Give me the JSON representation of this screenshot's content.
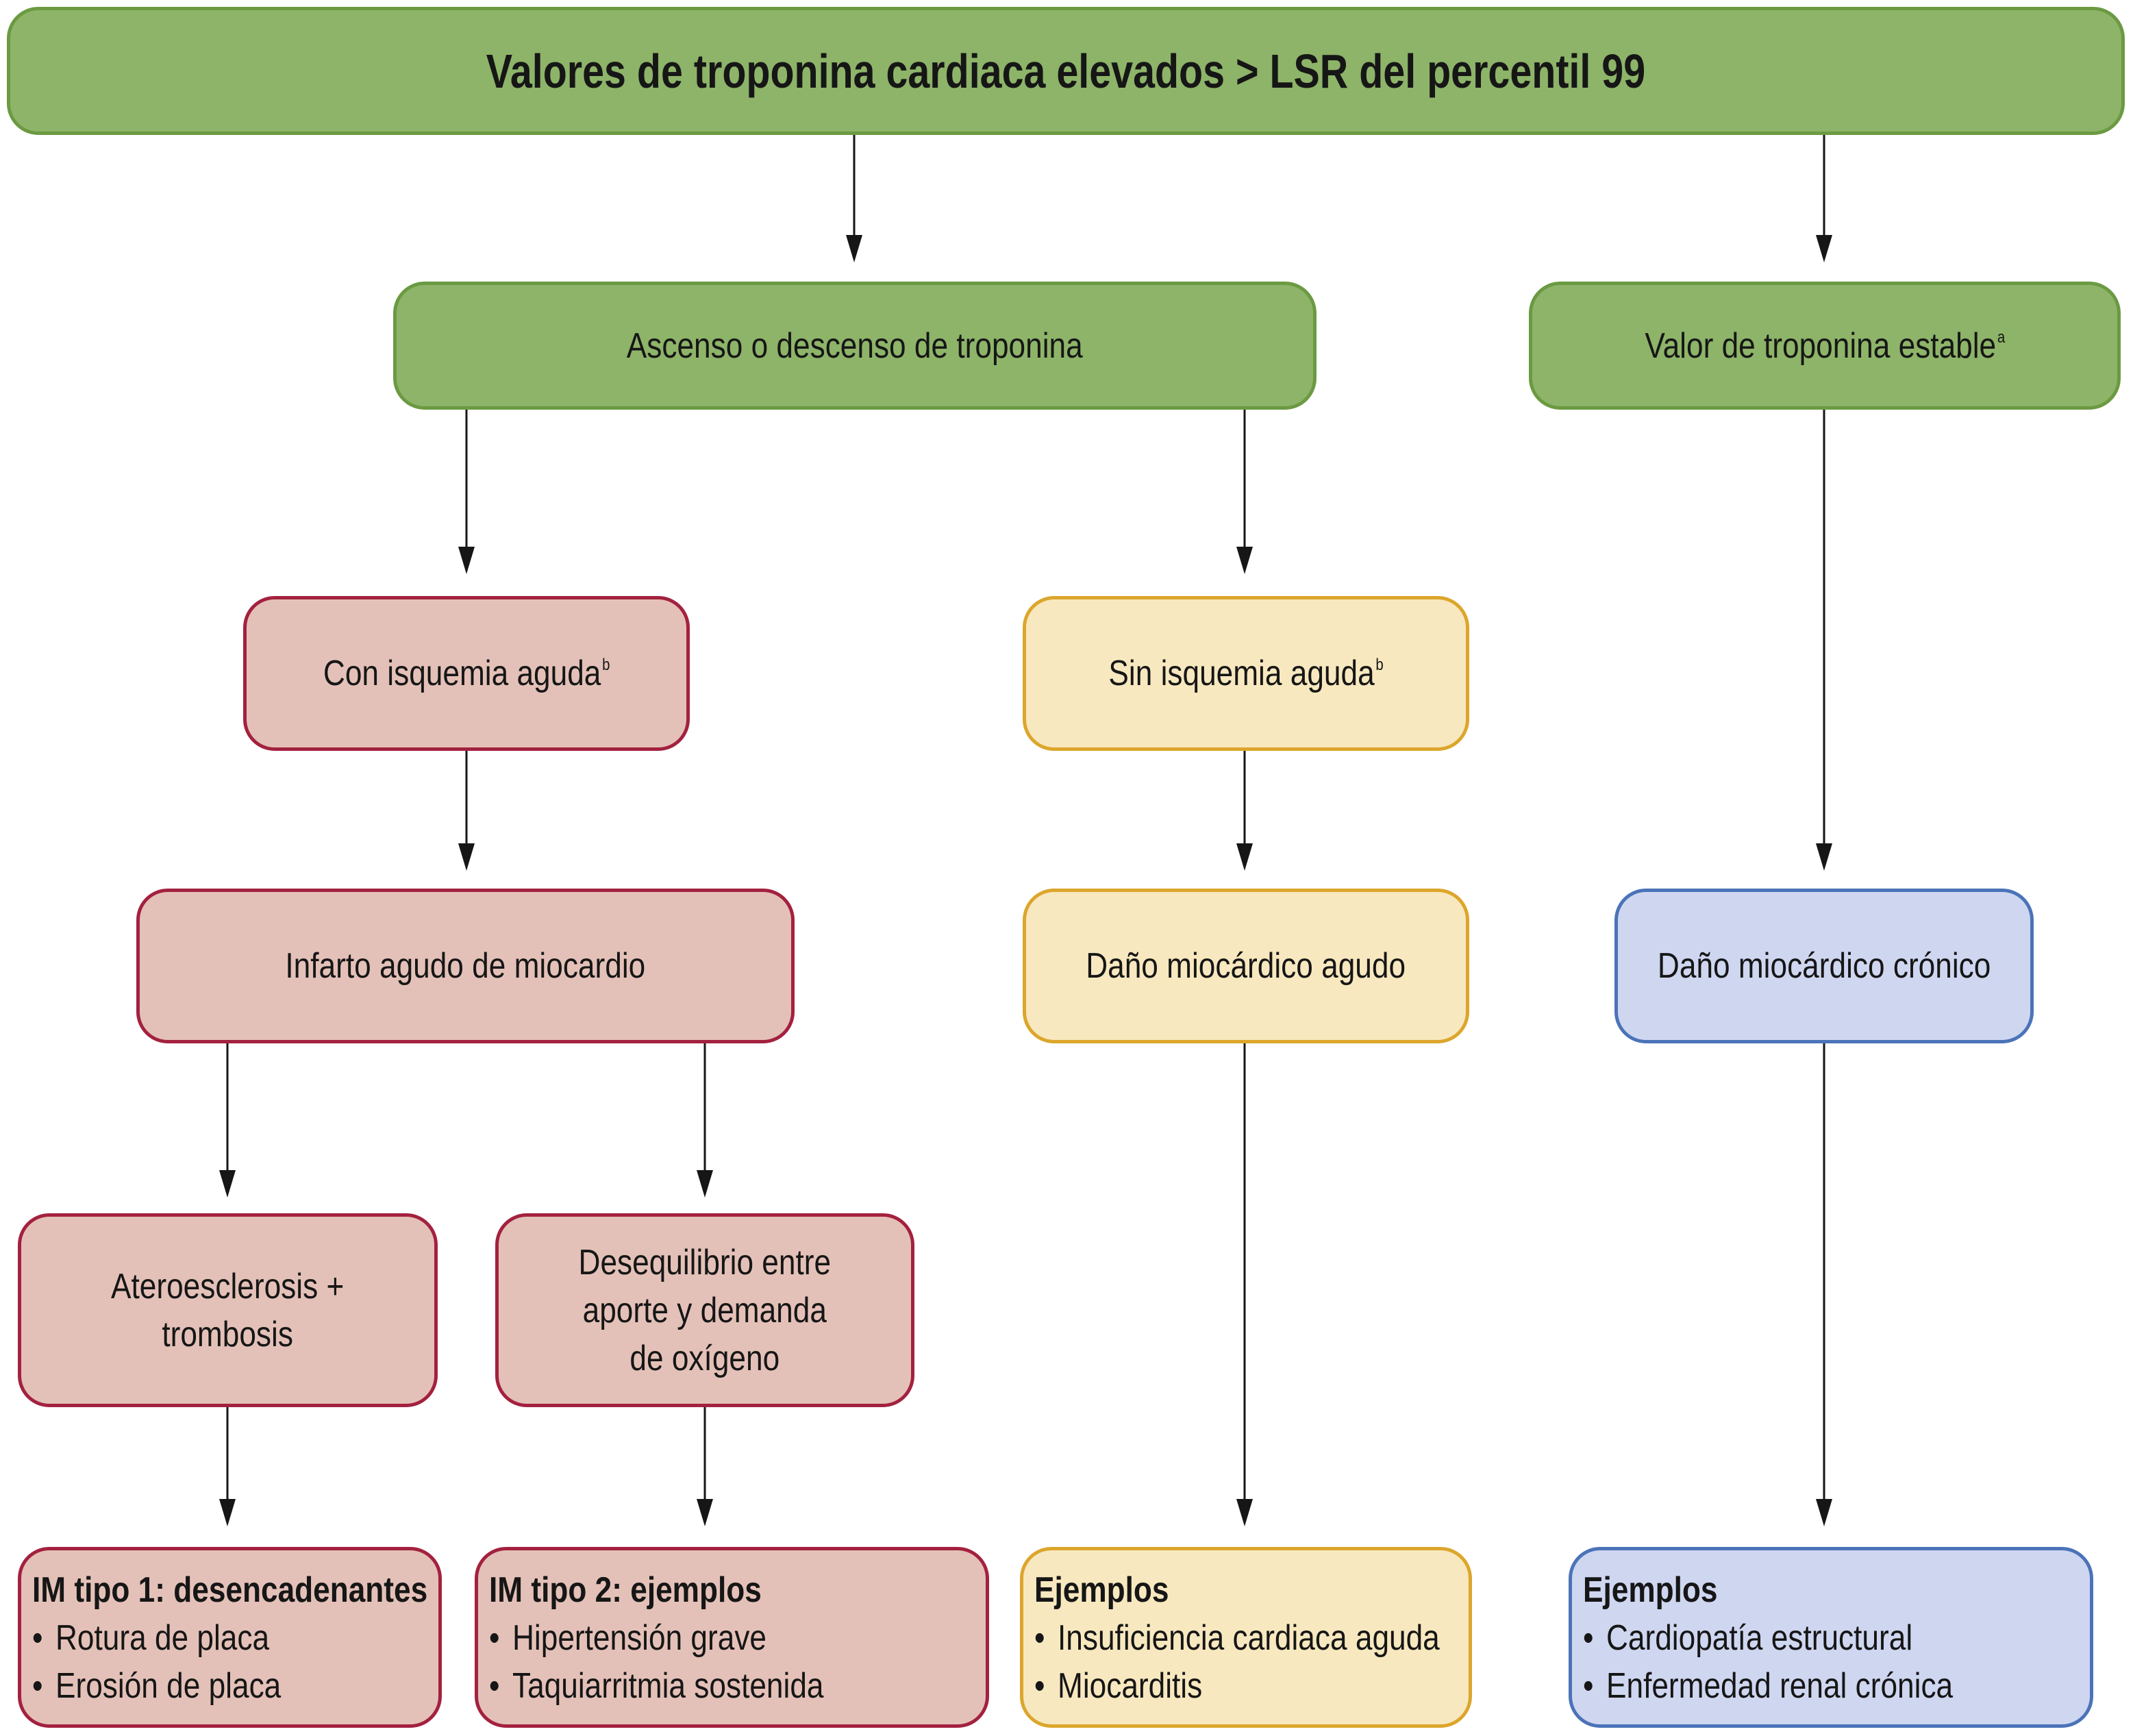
{
  "colors": {
    "green_fill": "#8db468",
    "green_border": "#6b9a42",
    "red_fill": "#e4c1b8",
    "red_border": "#a3213f",
    "yellow_fill": "#f8e8bf",
    "yellow_border": "#dca62c",
    "blue_fill": "#cfd6f0",
    "blue_border": "#4b73b8",
    "arrow": "#161616"
  },
  "title": "Valores de troponina cardiaca elevados > LSR del percentil 99",
  "level2": {
    "rising": "Ascenso o descenso de troponina",
    "stable": {
      "text": "Valor de troponina estable",
      "sup": "a"
    }
  },
  "level3": {
    "with_ischemia": {
      "text": "Con isquemia aguda",
      "sup": "b"
    },
    "without_ischemia": {
      "text": "Sin isquemia aguda",
      "sup": "b"
    }
  },
  "level4": {
    "acute_mi": "Infarto agudo de miocardio",
    "acute_injury": "Daño miocárdico agudo",
    "chronic_injury": "Daño miocárdico crónico"
  },
  "level5": {
    "atherosclerosis": [
      "Ateroesclerosis +",
      "trombosis"
    ],
    "imbalance": [
      "Desequilibrio entre",
      "aporte y demanda",
      "de oxígeno"
    ]
  },
  "lists": {
    "mi_type1": {
      "heading": "IM tipo 1: desencadenantes",
      "items": [
        "Rotura de placa",
        "Erosión de placa"
      ]
    },
    "mi_type2": {
      "heading": "IM tipo 2: ejemplos",
      "items": [
        "Hipertensión grave",
        "Taquiarritmia sostenida"
      ]
    },
    "acute_examples": {
      "heading": "Ejemplos",
      "items": [
        "Insuficiencia cardiaca aguda",
        "Miocarditis"
      ]
    },
    "chronic_examples": {
      "heading": "Ejemplos",
      "items": [
        "Cardiopatía estructural",
        "Enfermedad renal crónica"
      ]
    }
  }
}
